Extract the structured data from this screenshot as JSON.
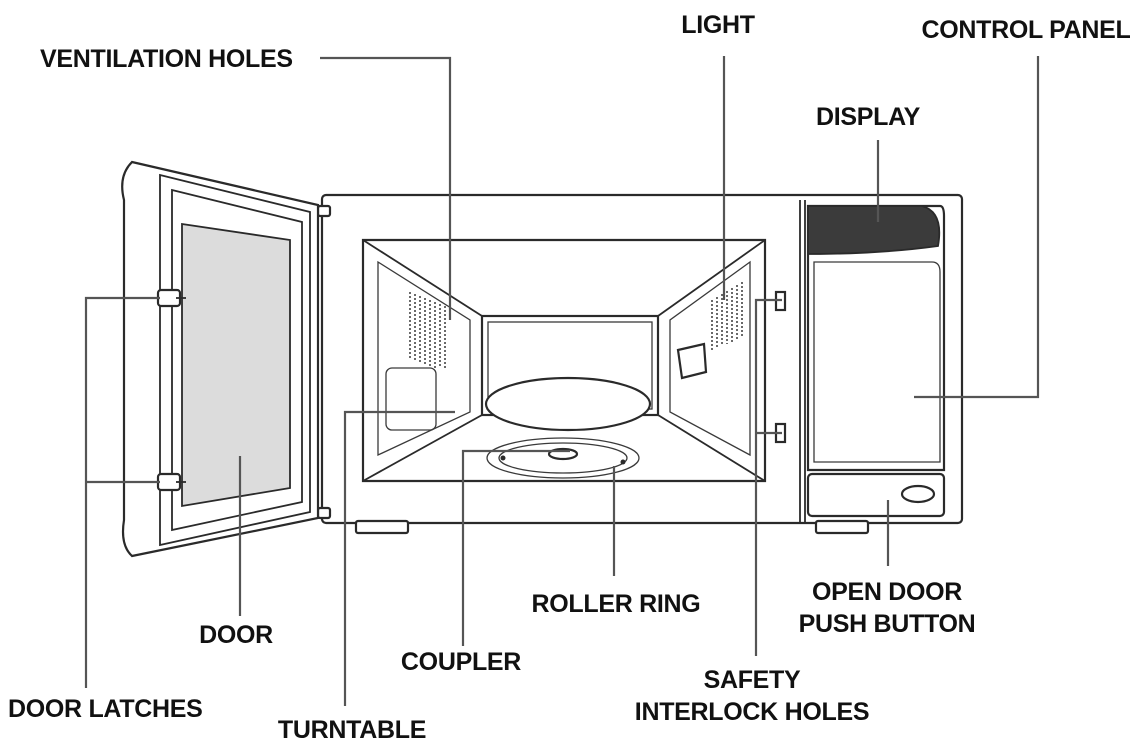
{
  "labels": {
    "ventilation_holes": "VENTILATION HOLES",
    "light": "LIGHT",
    "control_panel": "CONTROL PANEL",
    "display": "DISPLAY",
    "door": "DOOR",
    "door_latches": "DOOR LATCHES",
    "turntable": "TURNTABLE",
    "coupler": "COUPLER",
    "roller_ring": "ROLLER RING",
    "open_door_push_button_line1": "OPEN DOOR",
    "open_door_push_button_line2": "PUSH BUTTON",
    "safety_interlock_holes_line1": "SAFETY",
    "safety_interlock_holes_line2": "INTERLOCK HOLES"
  },
  "colors": {
    "outline": "#2a2a2a",
    "leader_line": "#555555",
    "door_glass": "#dcdcdc",
    "display_panel": "#3b3b3b"
  }
}
